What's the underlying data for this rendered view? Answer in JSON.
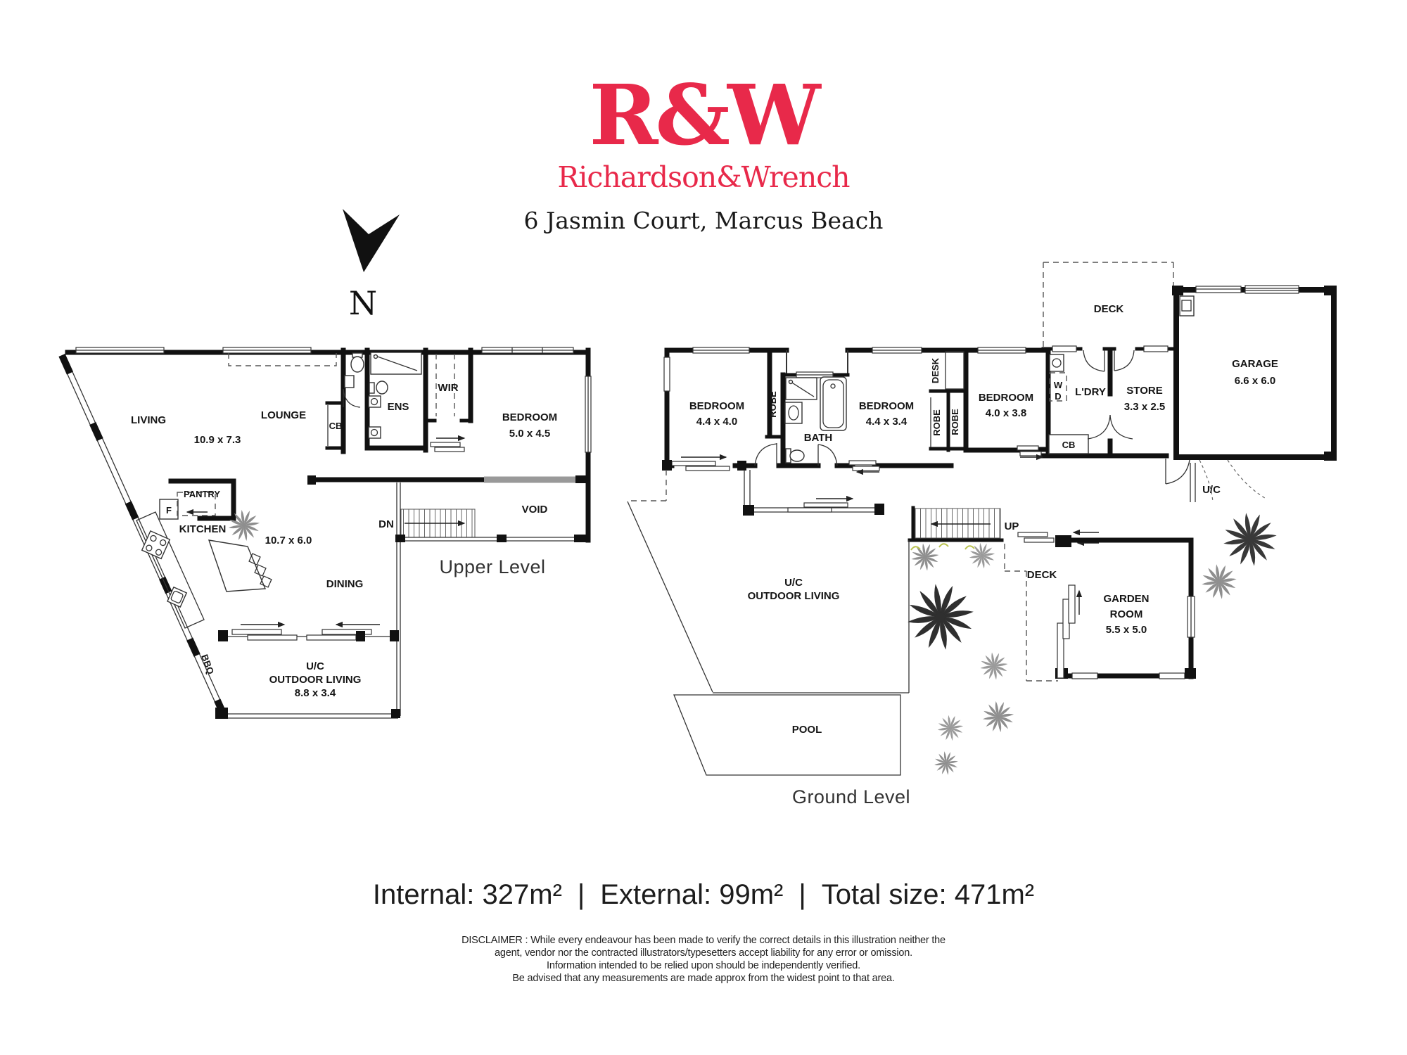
{
  "brand": {
    "logo": "R&W",
    "name": "Richardson&Wrench",
    "color": "#e8294a"
  },
  "address": "6 Jasmin Court, Marcus Beach",
  "compass_label": "N",
  "upper": {
    "caption": "Upper Level",
    "living": "LIVING",
    "lounge": "LOUNGE",
    "living_dims": "10.9 x 7.3",
    "cb": "CB",
    "ens": "ENS",
    "wir": "WIR",
    "bedroom": "BEDROOM",
    "bedroom_dims": "5.0 x 4.5",
    "void": "VOID",
    "dn": "DN",
    "pantry": "PANTRY",
    "fridge": "F",
    "kitchen": "KITCHEN",
    "kitchen_dims": "10.7 x 6.0",
    "dining": "DINING",
    "bbq": "BBQ",
    "uc": "U/C",
    "outdoor": "OUTDOOR LIVING",
    "outdoor_dims": "8.8 x 3.4"
  },
  "ground": {
    "caption": "Ground Level",
    "bedroom1": "BEDROOM",
    "bedroom1_dims": "4.4 x 4.0",
    "robe1": "ROBE",
    "bath": "BATH",
    "bedroom2": "BEDROOM",
    "bedroom2_dims": "4.4 x 3.4",
    "desk": "DESK",
    "robe2": "ROBE",
    "robe3": "ROBE",
    "bedroom3": "BEDROOM",
    "bedroom3_dims": "4.0 x 3.8",
    "w": "W",
    "d": "D",
    "ldry": "L'DRY",
    "cb": "CB",
    "store": "STORE",
    "store_dims": "3.3 x 2.5",
    "deck_top": "DECK",
    "garage": "GARAGE",
    "garage_dims": "6.6 x 6.0",
    "uc_side": "U/C",
    "up": "UP",
    "deck": "DECK",
    "garden1": "GARDEN",
    "garden2": "ROOM",
    "garden_dims": "5.5 x 5.0",
    "uc": "U/C",
    "outdoor": "OUTDOOR LIVING",
    "pool": "POOL"
  },
  "footer": {
    "internal": "Internal: 327m²",
    "external": "External: 99m²",
    "total": "Total size: 471m²",
    "separator": "|",
    "disclaimer": [
      "DISCLAIMER : While every endeavour has been made to verify the correct details in this illustration neither the",
      "agent, vendor nor the contracted illustrators/typesetters accept liability for any error or omission.",
      "Information intended to be relied upon should be independently verified.",
      "Be advised that any measurements are made approx from the widest point to that area."
    ]
  }
}
